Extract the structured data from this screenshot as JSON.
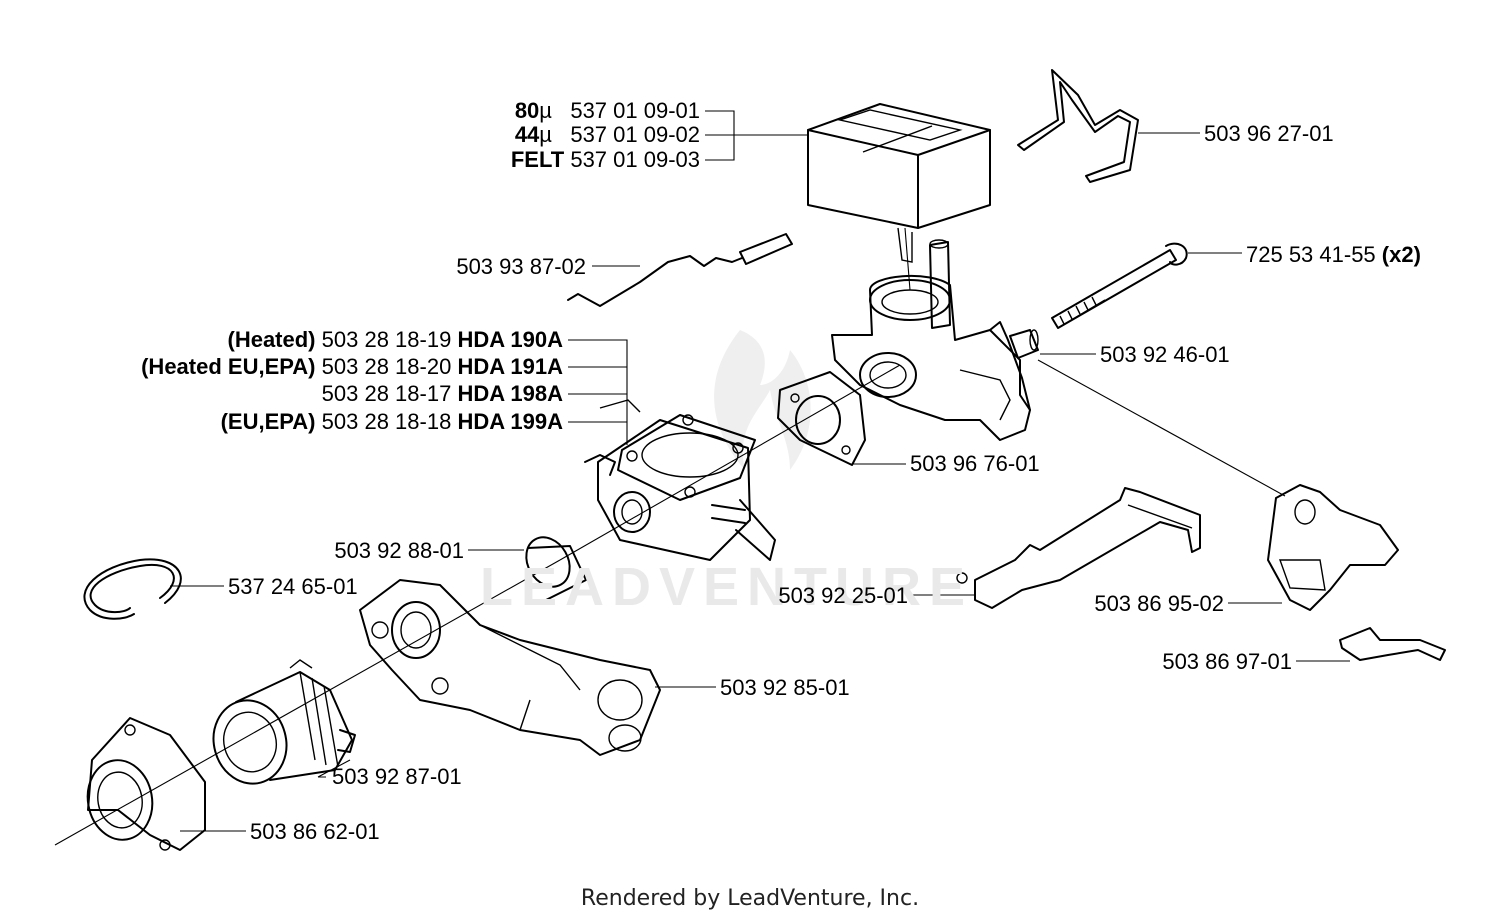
{
  "watermark": "LEADVENTURE",
  "footer": "Rendered by LeadVenture, Inc.",
  "labels": {
    "filter": [
      {
        "bold": "80",
        "unit": "µ",
        "part": "537 01 09-01"
      },
      {
        "bold": "44",
        "unit": "µ",
        "part": "537 01 09-02"
      },
      {
        "bold": "FELT",
        "unit": "",
        "part": "537 01 09-03"
      }
    ],
    "p_503962701": "503 96 27-01",
    "p_725534155": "725 53 41-55",
    "p_725534155_qty": "(x2)",
    "p_503938702": "503 93 87-02",
    "carb": [
      {
        "prefix": "(Heated)",
        "part": "503 28 18-19",
        "model": "HDA 190A"
      },
      {
        "prefix": "(Heated EU,EPA)",
        "part": "503 28 18-20",
        "model": "HDA 191A"
      },
      {
        "prefix": "",
        "part": "503 28 18-17",
        "model": "HDA 198A"
      },
      {
        "prefix": "(EU,EPA)",
        "part": "503 28 18-18",
        "model": "HDA 199A"
      }
    ],
    "p_503924601": "503 92 46-01",
    "p_503967601": "503 96 76-01",
    "p_503928801": "503 92 88-01",
    "p_537246501": "537 24 65-01",
    "p_503922501": "503 92 25-01",
    "p_503869502": "503 86 95-02",
    "p_503869701": "503 86 97-01",
    "p_503928501": "503 92 85-01",
    "p_503928701": "503 92 87-01",
    "p_503866201": "503 86 62-01"
  }
}
